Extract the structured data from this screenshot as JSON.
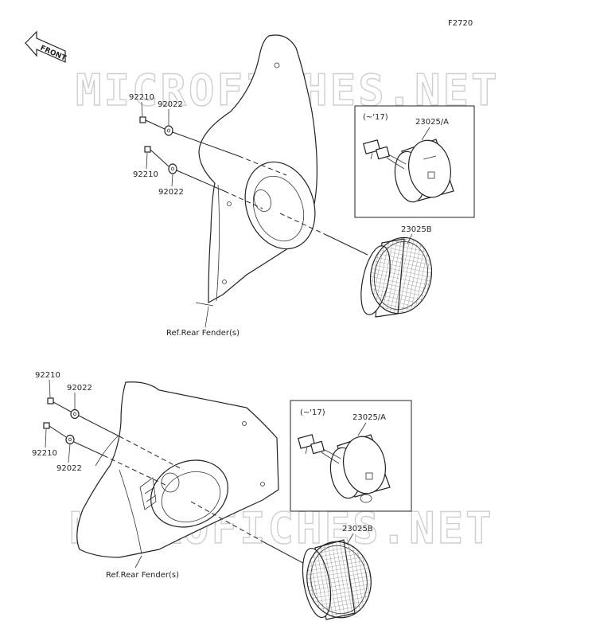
{
  "figure_code": "F2720",
  "front_label": "FRONT",
  "watermark": "MICROFICHES.NET",
  "colors": {
    "line": "#222222",
    "watermark": "#cfcfcf",
    "background": "#ffffff"
  },
  "icons": [
    "front-arrow-icon",
    "nut-icon",
    "washer-icon",
    "lamp-icon",
    "connector-icon"
  ],
  "upper": {
    "nut_top": "92210",
    "washer_top": "92022",
    "nut_bottom": "92210",
    "washer_bottom": "92022",
    "inset_year": "(~'17)",
    "inset_part": "23025/A",
    "lamp_part": "23025B",
    "ref_label": "Ref.Rear Fender(s)"
  },
  "lower": {
    "nut_top": "92210",
    "washer_top": "92022",
    "nut_bottom": "92210",
    "washer_bottom": "92022",
    "inset_year": "(~'17)",
    "inset_part": "23025/A",
    "lamp_part": "23025B",
    "ref_label": "Ref.Rear Fender(s)"
  }
}
